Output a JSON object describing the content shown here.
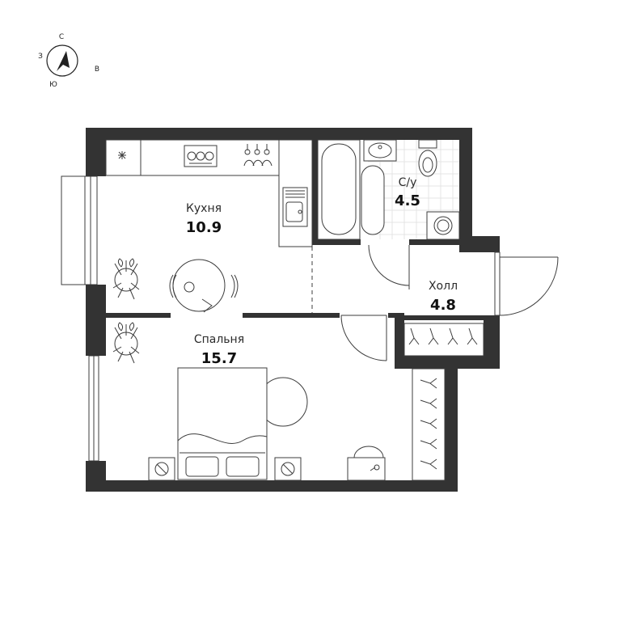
{
  "compass": {
    "north": "С",
    "west": "З",
    "east": "В",
    "south": "Ю"
  },
  "rooms": {
    "kitchen": {
      "name": "Кухня",
      "area": "10.9"
    },
    "bathroom": {
      "name": "С/у",
      "area": "4.5"
    },
    "hall": {
      "name": "Холл",
      "area": "4.8"
    },
    "bedroom": {
      "name": "Спальня",
      "area": "15.7"
    }
  },
  "colors": {
    "wall": "#333333",
    "line": "#3c3c3c",
    "tile": "#e4e4e4"
  }
}
